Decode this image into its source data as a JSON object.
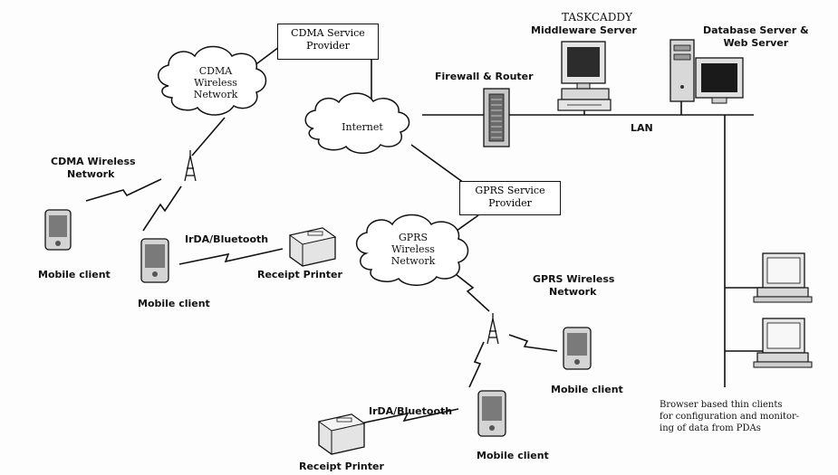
{
  "labels": {
    "cdma_service_provider": [
      "CDMA Service",
      "Provider"
    ],
    "cdma_cloud": [
      "CDMA",
      "Wireless",
      "Network"
    ],
    "internet": "Internet",
    "gprs_service_provider": [
      "GPRS Service",
      "Provider"
    ],
    "gprs_cloud": [
      "GPRS",
      "Wireless",
      "Network"
    ],
    "taskcaddy": "TASKCADDY",
    "middleware_server": "Middleware Server",
    "database_server": [
      "Database Server &",
      "Web Server"
    ],
    "firewall_router": "Firewall & Router",
    "lan": "LAN",
    "cdma_wireless_network": [
      "CDMA Wireless",
      "Network"
    ],
    "gprs_wireless_network": [
      "GPRS Wireless",
      "Network"
    ],
    "irda_bluetooth_1": "IrDA/Bluetooth",
    "irda_bluetooth_2": "IrDA/Bluetooth",
    "receipt_printer_1": "Receipt Printer",
    "receipt_printer_2": "Receipt Printer",
    "mobile_client_1": "Mobile client",
    "mobile_client_2": "Mobile client",
    "mobile_client_3": "Mobile client",
    "mobile_client_4": "Mobile client",
    "browser_note": [
      "Browser based thin clients",
      "for configuration and monitor-",
      "ing of data from PDAs"
    ]
  },
  "colors": {
    "line": "#111111",
    "device_fill": "#dcdcdc",
    "screen_fill": "#8a8a8a",
    "background": "#fdfdfd"
  },
  "icons": [
    "cloud-icon",
    "tower-icon",
    "pda-icon",
    "printer-icon",
    "firewall-icon",
    "server-icon",
    "monitor-icon",
    "desktop-computer-icon"
  ]
}
